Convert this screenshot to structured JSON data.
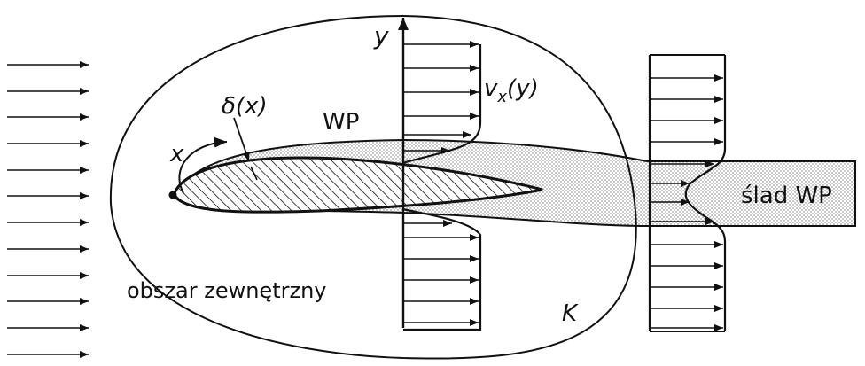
{
  "labels": {
    "y_axis": "y",
    "velocity": "v",
    "velocity_sub": "x",
    "velocity_arg": "(y)",
    "delta": "δ(x)",
    "x_coord": "x",
    "boundary_layer": "WP",
    "outer_region": "obszar zewnętrzny",
    "contour": "K",
    "wake": "ślad WP"
  },
  "colors": {
    "ink": "#111111",
    "background": "#ffffff",
    "dots": "#777777"
  }
}
